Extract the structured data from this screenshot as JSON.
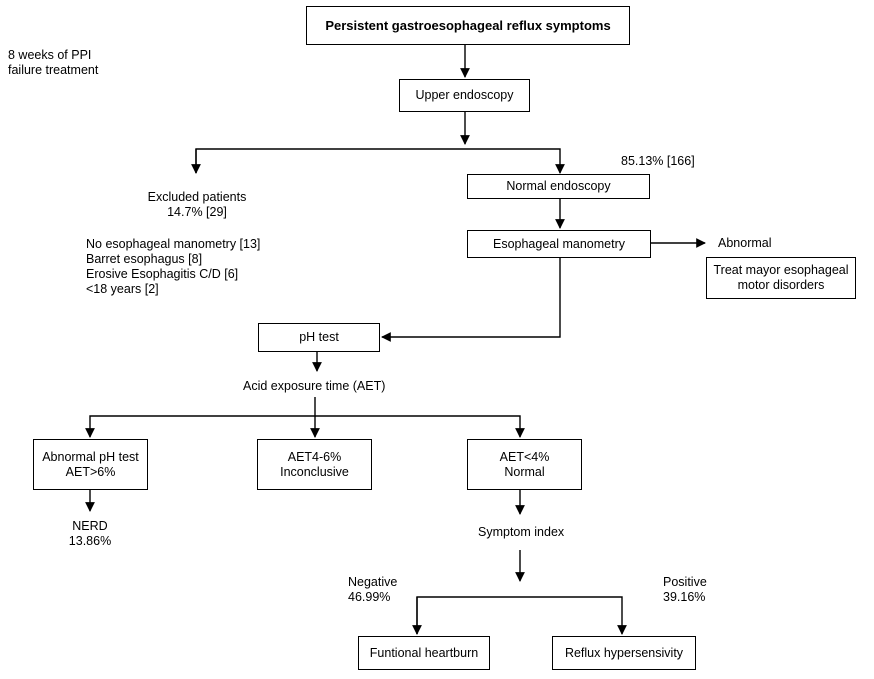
{
  "top_box": "Persistent gastroesophageal reflux symptoms",
  "ppi_note": [
    "8 weeks of PPI",
    "failure treatment"
  ],
  "upper_endoscopy": "Upper endoscopy",
  "normal_pct": "85.13% [166]",
  "normal_endoscopy": "Normal endoscopy",
  "excluded": {
    "title": "Excluded patients",
    "pct": "14.7% [29]"
  },
  "exclusions": [
    "No esophageal manometry [13]",
    "Barret esophagus  [8]",
    "Erosive Esophagitis C/D [6]",
    "<18 years [2]"
  ],
  "esophageal_manometry": "Esophageal manometry",
  "abnormal_label": "Abnormal",
  "treat_box": [
    "Treat mayor esophageal",
    "motor disorders"
  ],
  "ph_test": "pH test",
  "aet_label": "Acid exposure time (AET)",
  "abnormal_ph": [
    "Abnormal pH test",
    "AET>6%"
  ],
  "inconclusive": [
    "AET4-6%",
    "Inconclusive"
  ],
  "normal_aet": [
    "AET<4%",
    "Normal"
  ],
  "nerd": [
    "NERD",
    "13.86%"
  ],
  "symptom_index": "Symptom index",
  "negative": [
    "Negative",
    "46.99%"
  ],
  "positive": [
    "Positive",
    "39.16%"
  ],
  "functional_heartburn": "Funtional heartburn",
  "reflux_hypersensivity": "Reflux hypersensivity"
}
